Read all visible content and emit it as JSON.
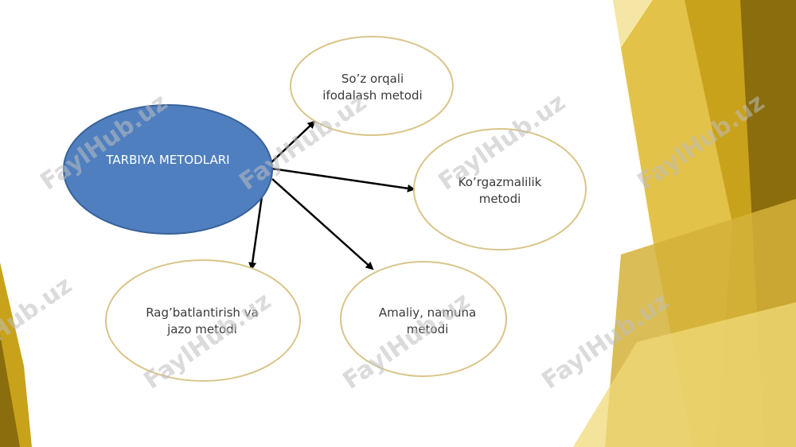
{
  "diagram": {
    "center": {
      "label": "TARBIYA METODLARI"
    },
    "nodes": [
      {
        "line1": "So’z orqali",
        "line2": "ifodalash metodi"
      },
      {
        "line1": "Ko’rgazmalilik",
        "line2": "metodi"
      },
      {
        "line1": "Amaliy, namuna",
        "line2": "metodi"
      },
      {
        "line1": "Rag’batlantirish  va",
        "line2": "jazo metodi"
      }
    ]
  },
  "watermark": {
    "text": "FaylHub.uz"
  },
  "colors": {
    "center_fill": "#4f7fbf",
    "center_stroke": "#3a629a",
    "node_stroke": "#d9c58a",
    "arrow": "#000000",
    "gold_light": "#e8c94a",
    "gold_mid": "#c9a21b",
    "gold_dark": "#8a6d0c"
  }
}
